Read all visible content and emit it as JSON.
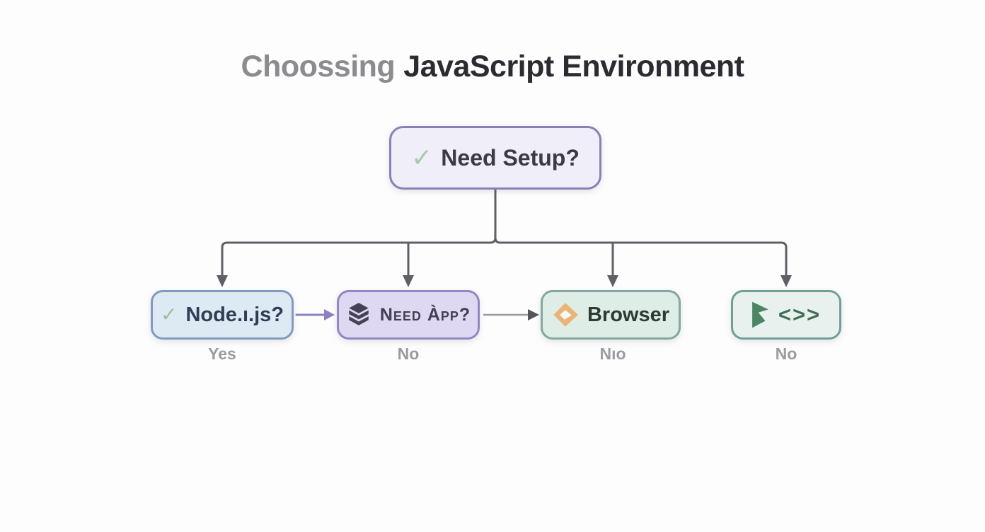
{
  "title": {
    "part1": "Choossing",
    "part2": "JavaScript Environment"
  },
  "root": {
    "label": "Need Setup?",
    "icon": "check-icon",
    "check_glyph": "✓"
  },
  "children": [
    {
      "label": "Node.ı.js?",
      "icon": "check-icon",
      "check_glyph": "✓",
      "branch_label": "Yes"
    },
    {
      "label": "Need Àpp?",
      "icon": "stack-icon",
      "branch_label": "No"
    },
    {
      "label": "Browser",
      "icon": "diamond-icon",
      "branch_label": "Nıo"
    },
    {
      "label": "<>>",
      "icon": "play-icon",
      "branch_label": "No"
    }
  ],
  "colors": {
    "background": "#fdfdfd",
    "title_muted": "#8b8b90",
    "title_dark": "#2b2b31",
    "root_border": "#8a81b6",
    "root_fill": "#efeef9",
    "node1_border": "#7f9cbe",
    "node1_fill": "#dde9f3",
    "node2_border": "#9387c2",
    "node2_fill": "#ded8f3",
    "node3_border": "#83a89e",
    "node3_fill": "#deeee7",
    "node4_border": "#6fa096",
    "node4_fill": "#e8f1ee",
    "check_green": "#a7c8a9",
    "connector_gray": "#5f5f66",
    "arrow_purple": "#8f80c2",
    "arrow_gray_line": "#b9b9be",
    "arrow_gray_head": "#55555c",
    "diamond_orange": "#e9b476",
    "stack_dark": "#474253",
    "play_green": "#4c8663",
    "branch_label_gray": "#9b9ba1"
  }
}
